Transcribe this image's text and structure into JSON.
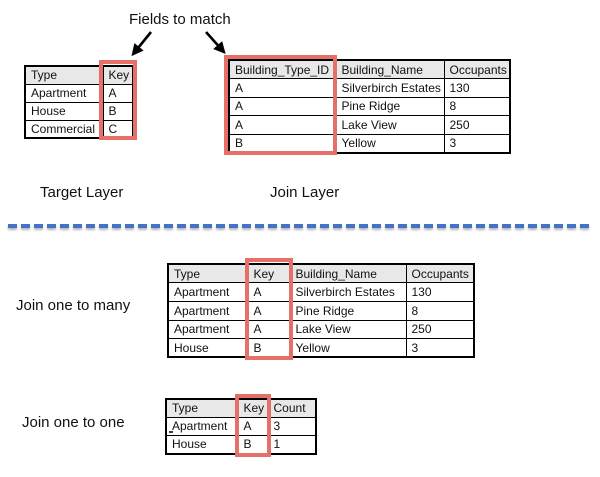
{
  "annotation": {
    "label": "Fields to match"
  },
  "colors": {
    "highlight": "#e5706a",
    "header_bg": "#e8e8e8",
    "divider": "#4472c4",
    "table_border": "#000000"
  },
  "top": {
    "target_table": {
      "label": "Target Layer",
      "headers": [
        "Type",
        "Key"
      ],
      "rows": [
        [
          "Apartment",
          "A"
        ],
        [
          "House",
          "B"
        ],
        [
          "Commercial",
          "C"
        ]
      ],
      "highlight_column": "Key"
    },
    "join_table": {
      "label": "Join Layer",
      "headers": [
        "Building_Type_ID",
        "Building_Name",
        "Occupants"
      ],
      "rows": [
        [
          "A",
          "Silverbirch Estates",
          "130"
        ],
        [
          "A",
          "Pine Ridge",
          "8"
        ],
        [
          "A",
          "Lake View",
          "250"
        ],
        [
          "B",
          "Yellow",
          "3"
        ]
      ],
      "highlight_column": "Building_Type_ID"
    }
  },
  "bottom": {
    "one_to_many": {
      "label": "Join one to many",
      "table": {
        "headers": [
          "Type",
          "Key",
          "Building_Name",
          "Occupants"
        ],
        "rows": [
          [
            "Apartment",
            "A",
            "Silverbirch Estates",
            "130"
          ],
          [
            "Apartment",
            "A",
            "Pine Ridge",
            "8"
          ],
          [
            "Apartment",
            "A",
            "Lake View",
            "250"
          ],
          [
            "House",
            "B",
            "Yellow",
            "3"
          ]
        ],
        "highlight_column": "Key"
      }
    },
    "one_to_one": {
      "label": "Join one to one",
      "table": {
        "headers": [
          "Type",
          "Key",
          "Count"
        ],
        "rows": [
          [
            "Apartment",
            "A",
            "3"
          ],
          [
            "House",
            "B",
            "1"
          ]
        ],
        "highlight_column": "Key"
      }
    }
  }
}
